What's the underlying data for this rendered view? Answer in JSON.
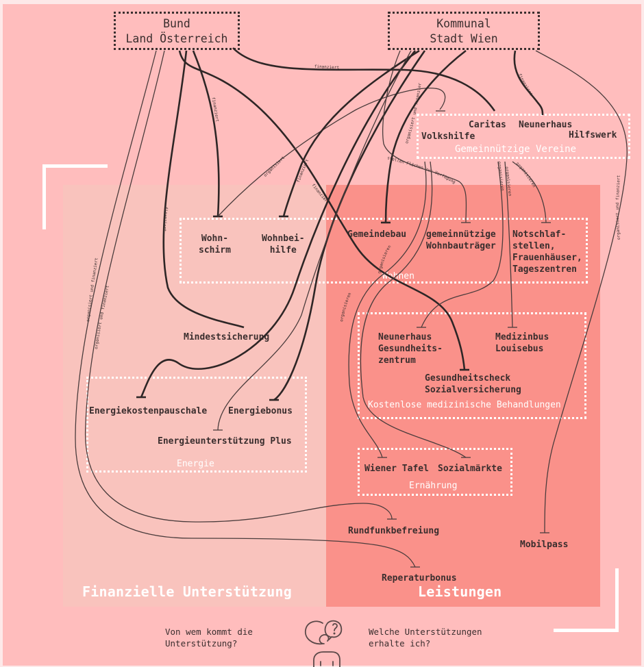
{
  "sources": {
    "bund": [
      "Bund",
      "Land Österreich"
    ],
    "kommunal": [
      "Kommunal",
      "Stadt Wien"
    ]
  },
  "vereine": {
    "group_label": "Gemeinnützige Vereine",
    "items": [
      "Caritas",
      "Neunerhaus",
      "Volkshilfe",
      "Hilfswerk"
    ]
  },
  "zones": {
    "finanzielle": "Finanzielle Unterstützung",
    "leistungen": "Leistungen"
  },
  "groups": {
    "wohnen": "Wohnen",
    "medizin": "Kostenlose medizinische Behandlungen",
    "energie": "Energie",
    "ernaehrung": "Ernährung"
  },
  "nodes": {
    "wohnschirm": [
      "Wohn-",
      "schirm"
    ],
    "wohnbeihilfe": [
      "Wohnbei-",
      "hilfe"
    ],
    "gemeindebau": "Gemeindebau",
    "gemeinnuetzige_wohnbautraeger": [
      "gemeinnützige",
      "Wohnbauträger"
    ],
    "notschlafstellen": [
      "Notschlaf-",
      "stellen,",
      "Frauenhäuser,",
      "Tageszentren"
    ],
    "mindestsicherung": "Mindestsicherung",
    "neunerhaus_gesundheitszentrum": [
      "Neunerhaus",
      "Gesundheits-",
      "zentrum"
    ],
    "medizinbus": [
      "Medizinbus",
      "Louisebus"
    ],
    "gesundheitscheck": [
      "Gesundheitscheck",
      "Sozialversicherung"
    ],
    "energiekostenpauschale": "Energiekostenpauschale",
    "energiebonus": "Energiebonus",
    "energieunterstuetzung_plus": "Energieunterstützung Plus",
    "wiener_tafel": "Wiener Tafel",
    "sozialmaerkte": "Sozialmärkte",
    "rundfunkbefreiung": "Rundfunkbefreiung",
    "mobilpass": "Mobilpass",
    "reperaturbonus": "Reperaturbonus"
  },
  "link_labels": {
    "finanziert": "finanziert",
    "organisiert": "organisiert",
    "organisieren": "organisieren",
    "organisiert_und_finanziert": "organisiert und finanziert",
    "stellen_flaechen": "stellen Flächen zur Verfügung"
  },
  "footer": {
    "left": [
      "Von wem kommt die",
      "Unterstützung?"
    ],
    "right": [
      "Welche Unterstützungen",
      "erhalte ich?"
    ],
    "icon": "person-question-icon"
  },
  "colors": {
    "background": "#ffbdbd",
    "finanzielle_zone": "#f9c3bd",
    "leistungen_zone": "#fa918a",
    "ink": "#3a2e2e",
    "white": "#ffffff"
  }
}
